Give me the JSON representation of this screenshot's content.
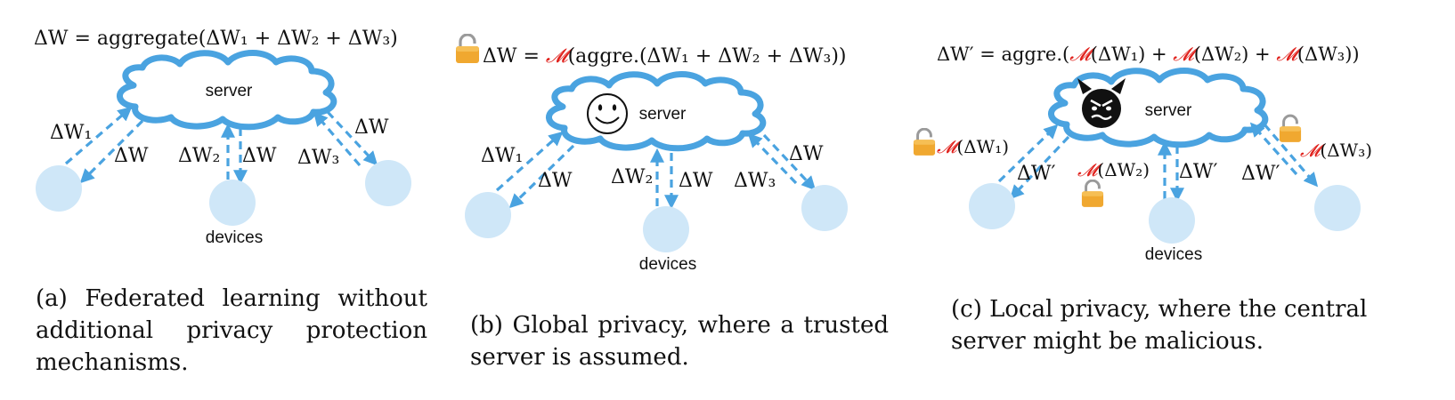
{
  "colors": {
    "cloud": "#4aa3e0",
    "arrow": "#4aa3e0",
    "device": "#cfe7f8",
    "lock": "#f0a830",
    "mechanism": "#e0201b"
  },
  "icons": [
    "lock-icon",
    "smiley-face-icon",
    "devil-face-icon"
  ],
  "panels": [
    {
      "equation": "ΔW = aggregate(ΔW₁ + ΔW₂ + ΔW₃)",
      "server_label": "server",
      "devices_label": "devices",
      "up_labels": [
        "ΔW₁",
        "ΔW₂",
        "ΔW₃"
      ],
      "down_label": "ΔW",
      "caption": "(a) Federated learning without additional privacy protection mechanisms."
    },
    {
      "equation_lhs": "ΔW = ",
      "equation_m": "𝓜",
      "equation_rhs": "(aggre.(ΔW₁ + ΔW₂ + ΔW₃))",
      "server_label": "server",
      "devices_label": "devices",
      "up_labels": [
        "ΔW₁",
        "ΔW₂",
        "ΔW₃"
      ],
      "down_label": "ΔW",
      "caption": "(b) Global privacy, where a trusted server is assumed."
    },
    {
      "equation_lhs": "ΔW′ = aggre.(",
      "equation_m": "𝓜",
      "equation_t1": "(ΔW₁) + ",
      "equation_t2": "(ΔW₂) + ",
      "equation_t3": "(ΔW₃))",
      "server_label": "server",
      "devices_label": "devices",
      "m_symbol": "𝓜",
      "up_args": [
        "(ΔW₁)",
        "(ΔW₂)",
        "(ΔW₃)"
      ],
      "down_label": "ΔW′",
      "caption": "(c) Local privacy, where the central server might be malicious."
    }
  ]
}
